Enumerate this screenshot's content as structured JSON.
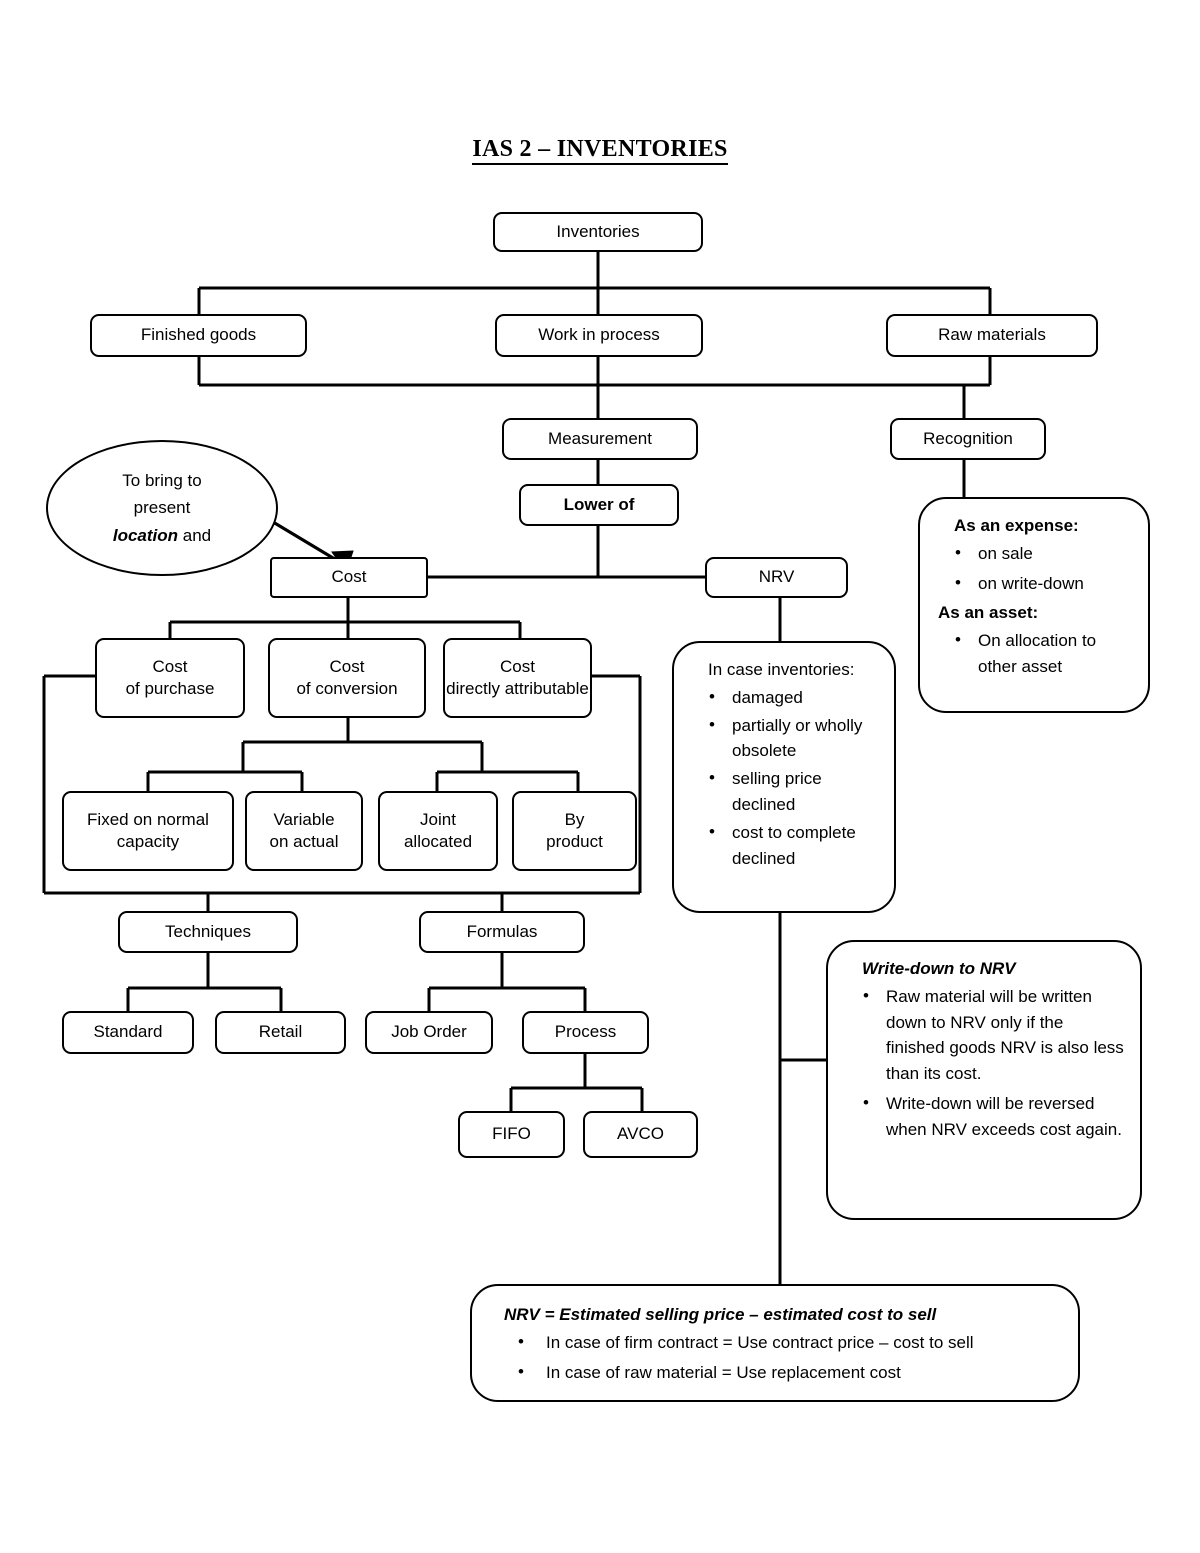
{
  "title": "IAS 2 – INVENTORIES",
  "nodes": {
    "inventories": "Inventories",
    "finished_goods": "Finished goods",
    "work_in_process": "Work in process",
    "raw_materials": "Raw materials",
    "measurement": "Measurement",
    "recognition": "Recognition",
    "lower_of": "Lower of",
    "cost": "Cost",
    "nrv": "NRV",
    "cost_of_purchase": "Cost of purchase",
    "cost_of_conversion": "Cost of conversion",
    "cost_directly_attributable": "Cost directly attributable",
    "fixed_on_normal_capacity": "Fixed on normal capacity",
    "variable_on_actual": "Variable on actual",
    "joint_allocated": "Joint allocated",
    "by_product": "By product",
    "techniques": "Techniques",
    "formulas": "Formulas",
    "standard": "Standard",
    "retail": "Retail",
    "job_order": "Job Order",
    "process": "Process",
    "fifo": "FIFO",
    "avco": "AVCO"
  },
  "oval": {
    "line1": "To bring to",
    "line2": "present",
    "line3_italic": "location",
    "line3_rest": " and"
  },
  "recognition_panel": {
    "heading_expense": "As an expense:",
    "expense_items": [
      "on sale",
      "on write-down"
    ],
    "heading_asset": "As an asset:",
    "asset_items": [
      "On allocation to other asset"
    ]
  },
  "incase_panel": {
    "heading": "In case inventories:",
    "items": [
      "damaged",
      "partially or wholly obsolete",
      "selling price declined",
      "cost to complete declined"
    ]
  },
  "writedown_panel": {
    "heading": "Write-down to NRV",
    "items": [
      "Raw material will be written down to NRV only if the finished goods NRV is also less than its cost.",
      "Write-down will be reversed when NRV exceeds cost again."
    ]
  },
  "nrv_formula_panel": {
    "heading": "NRV = Estimated selling price – estimated cost to sell",
    "items": [
      "In case of firm contract = Use contract price – cost to sell",
      "In case of raw material  = Use replacement cost"
    ]
  },
  "colors": {
    "stroke": "#000000",
    "background": "#ffffff"
  }
}
